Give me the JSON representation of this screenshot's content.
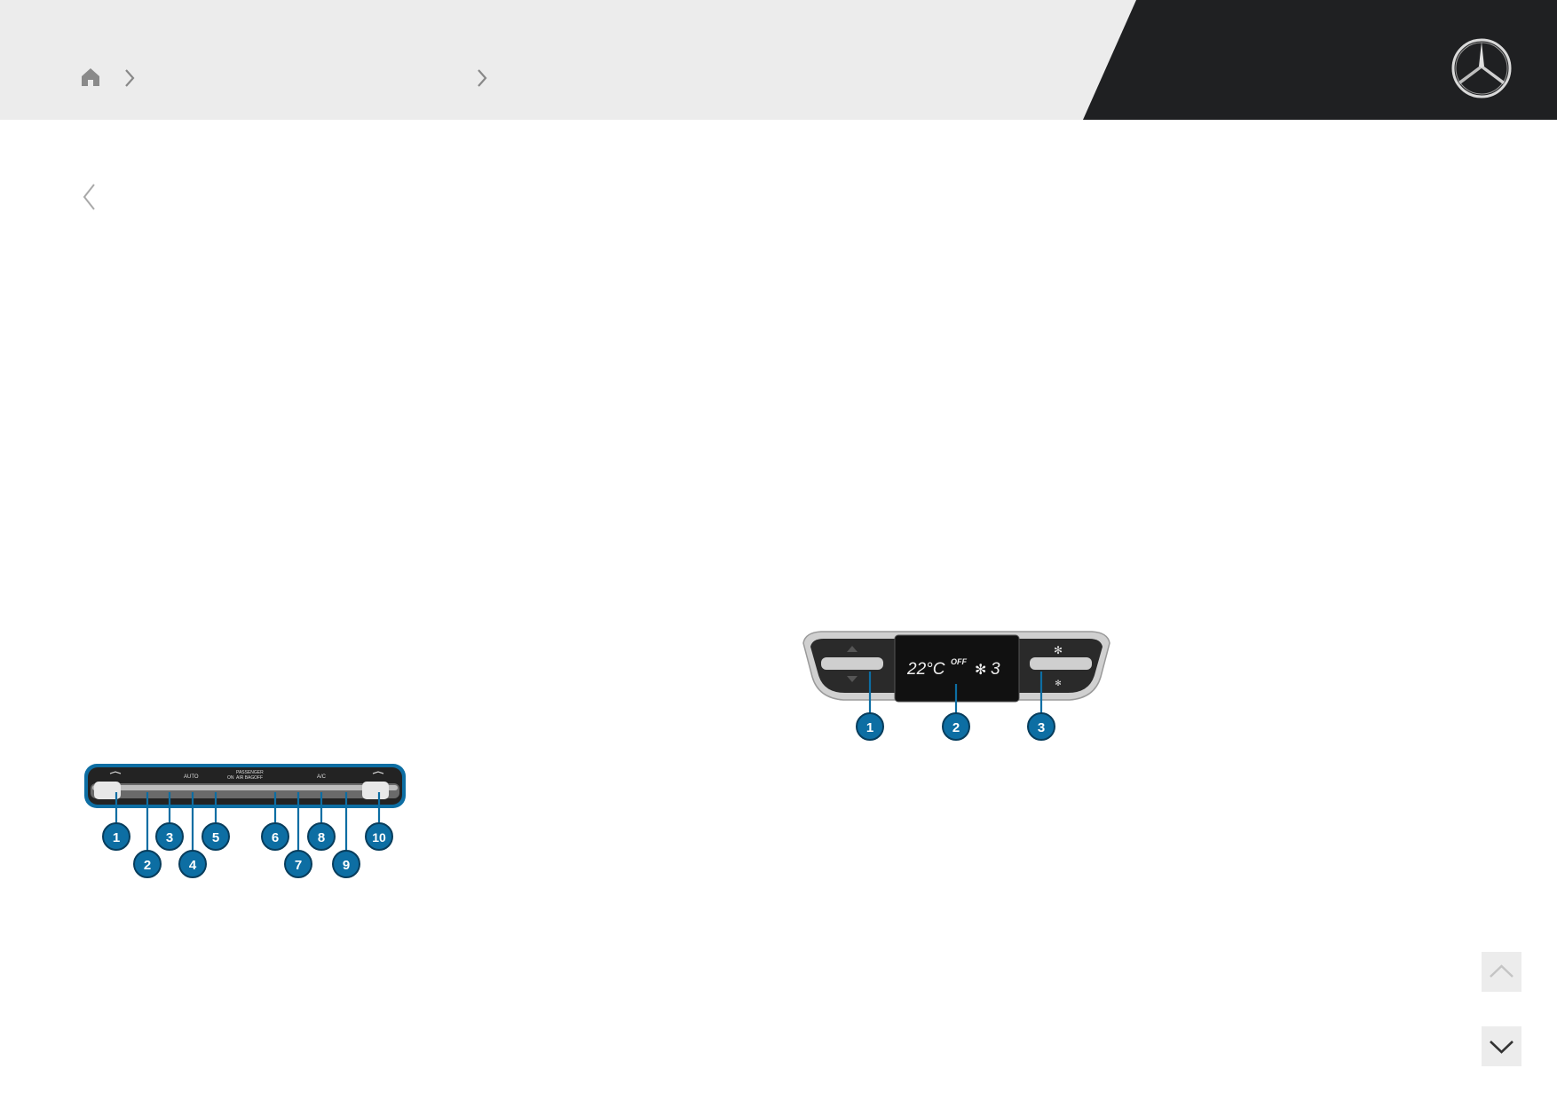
{
  "header": {
    "breadcrumb": [
      "home-icon",
      "chevron-right-icon",
      "chevron-right-icon"
    ],
    "logo_icon": "mercedes-star-icon",
    "colors": {
      "header_bg": "#ececec",
      "header_dark": "#1f2022",
      "callout": "#0d6ea3"
    }
  },
  "navigation": {
    "back_icon": "chevron-left-icon"
  },
  "front_panel": {
    "buttons": [
      "AUTO",
      "PASSENGER",
      "AIR BAG",
      "OFF",
      "ON",
      "A/C"
    ],
    "callouts": [
      "1",
      "2",
      "3",
      "4",
      "5",
      "6",
      "7",
      "8",
      "9",
      "10"
    ]
  },
  "rear_panel": {
    "display": {
      "temperature": "22°C",
      "status": "OFF",
      "fan_level": "3"
    },
    "callouts": [
      "1",
      "2",
      "3"
    ]
  },
  "scroll": {
    "up_icon": "chevron-up-icon",
    "down_icon": "chevron-down-icon"
  }
}
